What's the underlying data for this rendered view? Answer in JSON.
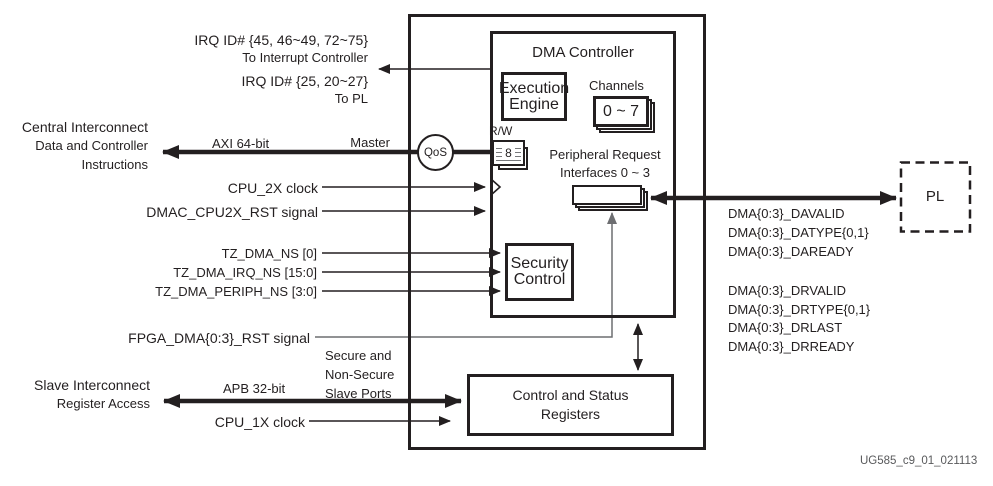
{
  "colors": {
    "ink": "#231f20",
    "muted_line": "#6d6e71",
    "background": "#ffffff"
  },
  "dma_controller": {
    "title": "DMA Controller",
    "execution_engine": {
      "l1": "Execution",
      "l2": "Engine"
    },
    "channels": {
      "label": "Channels",
      "range": "0 ~ 7"
    },
    "rw": {
      "label": "R/W",
      "value": "8"
    },
    "peripheral": {
      "l1": "Peripheral Request",
      "l2": "Interfaces 0 ~ 3"
    },
    "security": {
      "l1": "Security",
      "l2": "Control"
    },
    "qos": "QoS"
  },
  "csr": {
    "l1": "Control and Status",
    "l2": "Registers"
  },
  "pl": {
    "label": "PL"
  },
  "top": {
    "irq1": "IRQ ID# {45, 46~49, 72~75}",
    "irq1_dest": "To Interrupt Controller",
    "irq2": "IRQ ID# {25, 20~27}",
    "irq2_dest": "To PL"
  },
  "left": {
    "central": {
      "l1": "Central Interconnect",
      "l2": "Data and Controller",
      "l3": "Instructions"
    },
    "axi": "AXI 64-bit",
    "master": "Master",
    "cpu2x": "CPU_2X clock",
    "dmac_rst": "DMAC_CPU2X_RST signal",
    "tz1": "TZ_DMA_NS [0]",
    "tz2": "TZ_DMA_IRQ_NS [15:0]",
    "tz3": "TZ_DMA_PERIPH_NS [3:0]",
    "fpga_rst": "FPGA_DMA{0:3}_RST signal",
    "secure": {
      "l1": "Secure and",
      "l2": "Non-Secure",
      "l3": "Slave Ports"
    },
    "slave": {
      "l1": "Slave Interconnect",
      "l2": "Register Access"
    },
    "apb": "APB 32-bit",
    "cpu1x": "CPU_1X clock"
  },
  "right": {
    "da_signals": [
      "DMA{0:3}_DAVALID",
      "DMA{0:3}_DATYPE{0,1}",
      "DMA{0:3}_DAREADY"
    ],
    "dr_signals": [
      "DMA{0:3}_DRVALID",
      "DMA{0:3}_DRTYPE{0,1}",
      "DMA{0:3}_DRLAST",
      "DMA{0:3}_DRREADY"
    ]
  },
  "watermark": "UG585_c9_01_021113"
}
